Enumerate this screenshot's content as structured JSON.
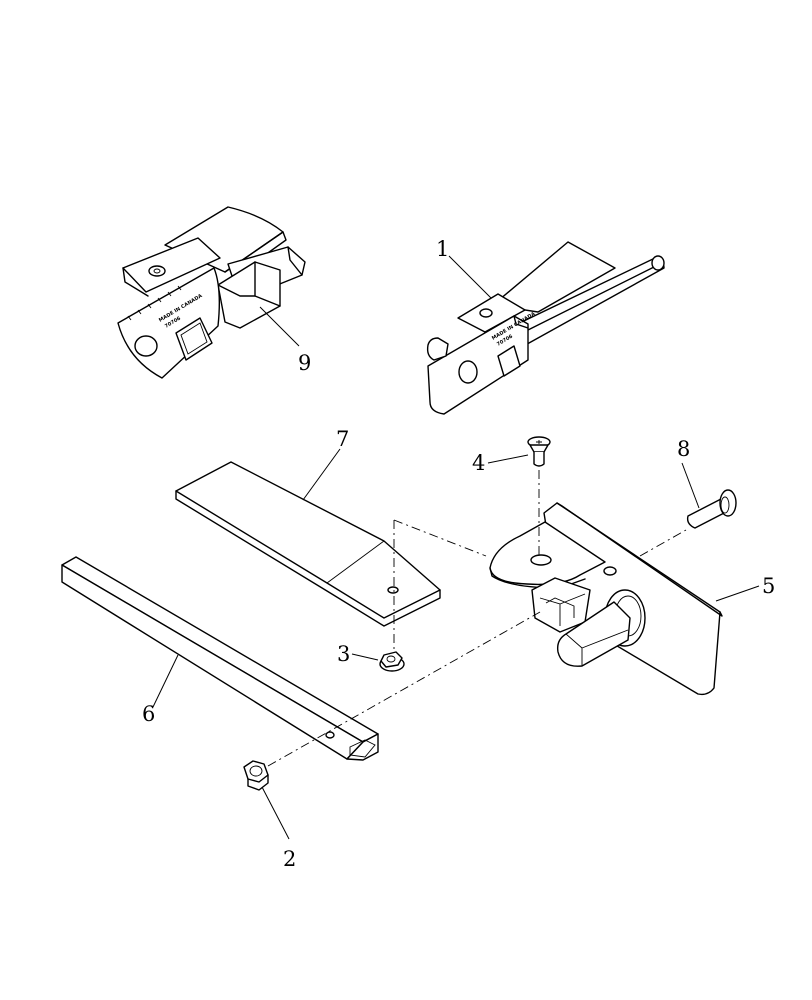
{
  "diagram": {
    "callouts": [
      {
        "id": "c1",
        "text": "1"
      },
      {
        "id": "c2",
        "text": "2"
      },
      {
        "id": "c3",
        "text": "3"
      },
      {
        "id": "c4",
        "text": "4"
      },
      {
        "id": "c5",
        "text": "5"
      },
      {
        "id": "c6",
        "text": "6"
      },
      {
        "id": "c7",
        "text": "7"
      },
      {
        "id": "c8",
        "text": "8"
      },
      {
        "id": "c9",
        "text": "9"
      }
    ],
    "stamp": {
      "line1": "MADE IN CANADA",
      "line2": "70706"
    }
  }
}
